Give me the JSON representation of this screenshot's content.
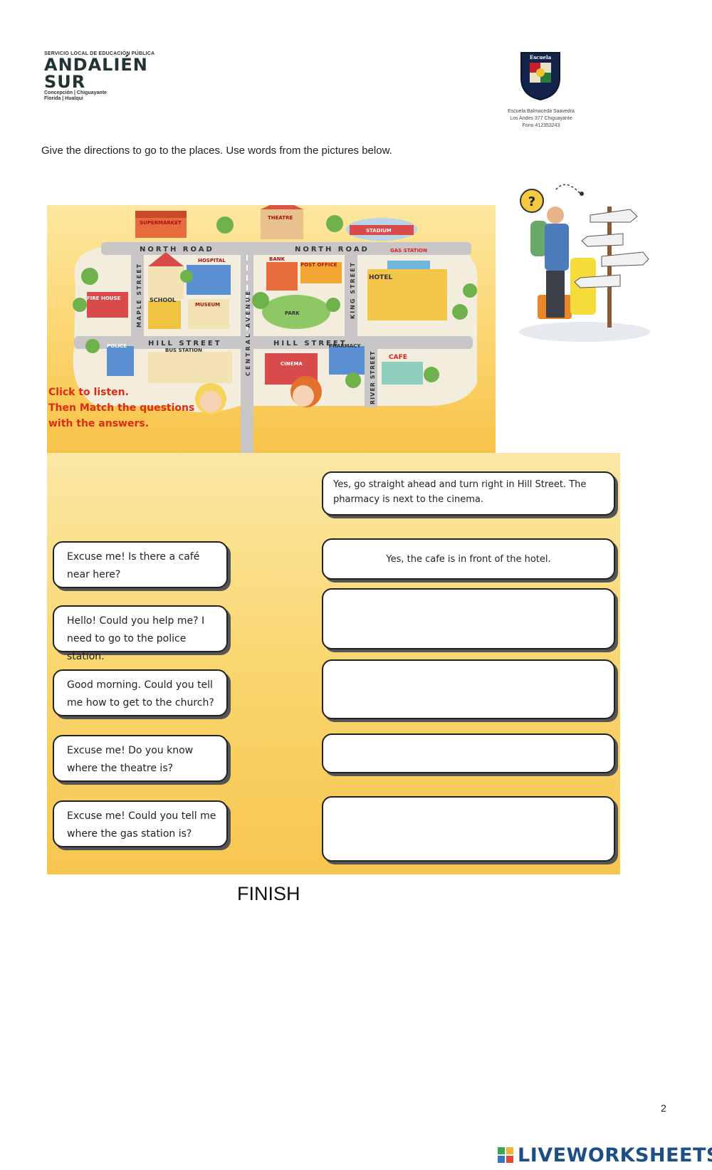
{
  "header": {
    "org_line": "SERVICIO LOCAL DE EDUCACIÓN PÚBLICA",
    "org_name_1": "ANDALIÉN",
    "org_name_2": "SUR",
    "org_places_1": "Concepción | Chiguayante",
    "org_places_2": "Florida | Hualqui",
    "crest_label": "Escuela",
    "school_name": "Escuela Balmaceda Saavedra",
    "school_address": "Los Andes 377 Chiguayante",
    "school_phone": "Fono 412353243"
  },
  "instruction": "Give the directions to go to the places. Use words from the pictures below.",
  "map": {
    "streets": {
      "north_road_left": "NORTH ROAD",
      "north_road_right": "NORTH ROAD",
      "hill_street_left": "HILL STREET",
      "hill_street_right": "HILL STREET",
      "maple_street": "MAPLE STREET",
      "central_avenue": "CENTRAL AVENUE",
      "king_street": "KING STREET",
      "river_street": "RIVER STREET"
    },
    "places": {
      "supermarket": "SUPERMARKET",
      "theatre": "THEATRE",
      "stadium": "STADIUM",
      "gas_station": "GAS STATION",
      "hospital": "HOSPITAL",
      "bank": "BANK",
      "post_office": "POST OFFICE",
      "hotel": "HOTEL",
      "fire_house": "FIRE HOUSE",
      "school": "SCHOOL",
      "museum": "MUSEUM",
      "park": "PARK",
      "police": "POLICE",
      "bus_station": "BUS STATION",
      "cinema": "CINEMA",
      "pharmacy": "PHARMACY",
      "cafe": "CAFE"
    },
    "note_line_1": "Click to listen.",
    "note_line_2": "Then Match the questions",
    "note_line_3": "with the answers."
  },
  "questions": [
    "Excuse me! Is there a café near here?",
    "Hello! Could you help me? I need to go to the police station.",
    "Good morning. Could you tell me how to get to the church?",
    "Excuse me! Do you know where the theatre is?",
    "Excuse me! Could you tell me where the gas station is?"
  ],
  "answers": [
    "Yes, go straight ahead and turn right in Hill Street. The pharmacy is next to the cinema.",
    "Yes, the cafe is in front of the hotel.",
    "",
    "",
    "",
    ""
  ],
  "finish_label": "FINISH",
  "page_number": "2",
  "brand": "LIVEWORKSHEETS",
  "colors": {
    "brand_blue": "#1c4f86",
    "note_red": "#e02a12",
    "panel_yellow": "#f9d66f"
  }
}
